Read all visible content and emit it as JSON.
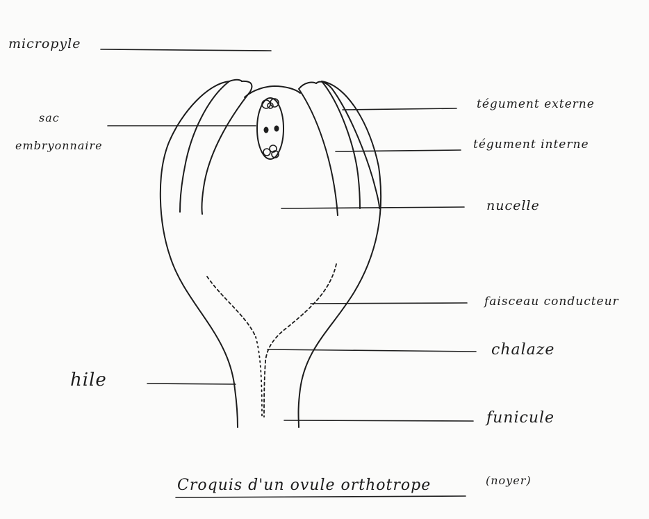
{
  "diagram": {
    "title": "Croquis d'un ovule orthotrope",
    "subtitle": "(noyer)",
    "labels": {
      "micropyle": "micropyle",
      "sac_line1": "sac",
      "sac_line2": "embryonnaire",
      "tegument_externe": "tégument externe",
      "tegument_interne": "tégument interne",
      "nucelle": "nucelle",
      "faisceau": "faisceau conducteur",
      "chalaze": "chalaze",
      "hile": "hile",
      "funicule": "funicule"
    }
  }
}
